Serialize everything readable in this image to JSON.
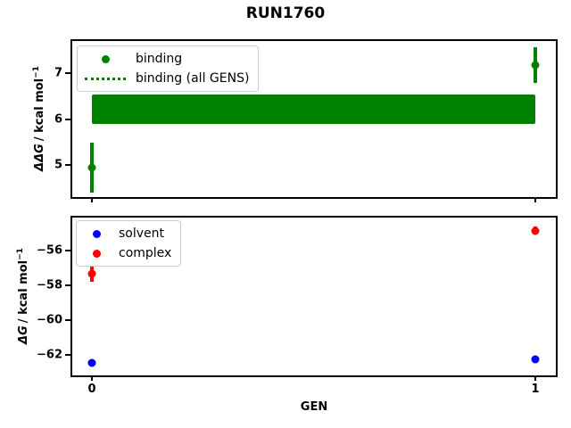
{
  "figure": {
    "title": "RUN1760"
  },
  "colors": {
    "binding_green": "#008000",
    "solvent_blue": "#0000ff",
    "complex_red": "#ff0000"
  },
  "chart_data": [
    {
      "type": "scatter",
      "position": "top",
      "title": "RUN1760",
      "xlabel": "",
      "ylabel": {
        "math": "ΔΔG",
        "unit": "/ kcal mol",
        "sup": "−1"
      },
      "grid": false,
      "legend_position": "upper left",
      "xlim": [
        -0.0443,
        1.0463
      ],
      "ylim": [
        4.3,
        7.7
      ],
      "yticks": [
        {
          "label": "7",
          "value": 7
        },
        {
          "label": "6",
          "value": 6
        },
        {
          "label": "5",
          "value": 5
        }
      ],
      "xticks": [
        {
          "label": "",
          "value": 0
        },
        {
          "label": "",
          "value": 1
        }
      ],
      "legend": [
        {
          "label": "binding",
          "marker": "dot",
          "color": "#008000"
        },
        {
          "label": "binding (all GENS)",
          "marker": "dotted-line",
          "color": "#008000"
        }
      ],
      "series": [
        {
          "name": "binding",
          "type": "errorbar-scatter",
          "color": "#008000",
          "points": [
            {
              "x": 0,
              "y": 4.94,
              "yerr": 0.55
            },
            {
              "x": 1,
              "y": 7.17,
              "yerr": 0.39
            }
          ]
        },
        {
          "name": "binding (all GENS)",
          "type": "band",
          "color": "#008000",
          "x0": 0,
          "x1": 1,
          "center": 6.21,
          "low": 5.89,
          "high": 6.53
        }
      ]
    },
    {
      "type": "scatter",
      "position": "bottom",
      "title": "",
      "xlabel": "GEN",
      "ylabel": {
        "math": "ΔG",
        "unit": "/ kcal mol",
        "sup": "−1"
      },
      "grid": false,
      "legend_position": "upper left",
      "xlim": [
        -0.0443,
        1.0463
      ],
      "ylim": [
        -63.2,
        -54.1
      ],
      "yticks": [
        {
          "label": "−56",
          "value": -56
        },
        {
          "label": "−58",
          "value": -58
        },
        {
          "label": "−60",
          "value": -60
        },
        {
          "label": "−62",
          "value": -62
        }
      ],
      "xticks": [
        {
          "label": "0",
          "value": 0
        },
        {
          "label": "1",
          "value": 1
        }
      ],
      "legend": [
        {
          "label": "solvent",
          "marker": "dot",
          "color": "#0000ff"
        },
        {
          "label": "complex",
          "marker": "dot",
          "color": "#ff0000"
        }
      ],
      "series": [
        {
          "name": "solvent",
          "type": "errorbar-scatter",
          "color": "#0000ff",
          "points": [
            {
              "x": 0,
              "y": -62.47,
              "yerr": 0.1
            },
            {
              "x": 1,
              "y": -62.29,
              "yerr": 0.1
            }
          ]
        },
        {
          "name": "complex",
          "type": "errorbar-scatter",
          "color": "#ff0000",
          "points": [
            {
              "x": 0,
              "y": -57.35,
              "yerr": 0.45
            },
            {
              "x": 1,
              "y": -54.85,
              "yerr": 0.25
            }
          ]
        }
      ]
    }
  ]
}
